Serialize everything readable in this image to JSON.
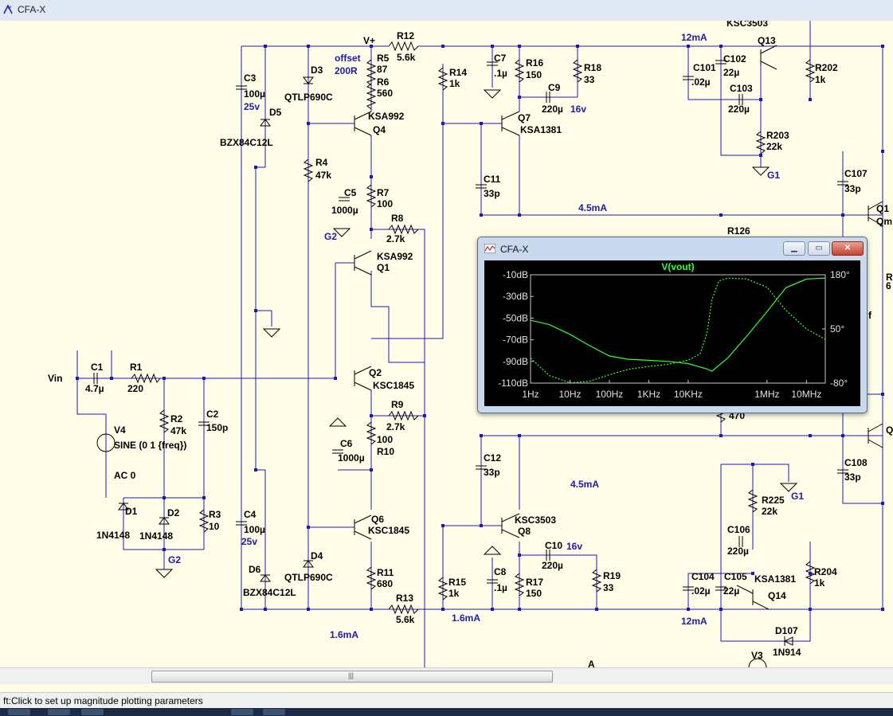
{
  "window": {
    "title": "CFA-X"
  },
  "status": {
    "text": "ft:Click to set up magnitude plotting parameters"
  },
  "schematic": {
    "labels": {
      "vplus": "V+",
      "r12": "R12",
      "r12v": "5.6k",
      "offset": "offset",
      "r200": "200R",
      "r5": "R5",
      "r5v": "87",
      "r6": "R6",
      "r6v": "560",
      "d3": "D3",
      "qtlp1": "QTLP690C",
      "c3": "C3",
      "c3v": "100µ",
      "c3volt": "25v",
      "d5": "D5",
      "bzx1": "BZX84C12L",
      "q4n": "KSA992",
      "q4": "Q4",
      "r4": "R4",
      "r4v": "47k",
      "c5": "C5",
      "c5v": "1000µ",
      "r7": "R7",
      "r7v": "100",
      "g2a": "G2",
      "r8": "R8",
      "r8v": "2.7k",
      "q1n": "KSA992",
      "q1": "Q1",
      "r14": "R14",
      "r14v": "1k",
      "c7": "C7",
      "c7v": ".1µ",
      "r16": "R16",
      "r16v": "150",
      "r18": "R18",
      "r18v": "33",
      "c9": "C9",
      "c9v": "220µ",
      "c9volt": "16v",
      "q7": "Q7",
      "q7n": "KSA1381",
      "c11": "C11",
      "c11v": "33p",
      "i45a": "4.5mA",
      "ksc3503a": "KSC3503",
      "i12a": "12mA",
      "q13": "Q13",
      "c101": "C101",
      "c101v": ".02µ",
      "c102": "C102",
      "c102v": "22µ",
      "c103": "C103",
      "c103v": "220µ",
      "r202": "R202",
      "r202v": "1k",
      "r203": "R203",
      "r203v": "22k",
      "g1a": "G1",
      "c107": "C107",
      "c107v": "33p",
      "q11": "Q1",
      "qm": "Qm",
      "r126": "R126",
      "vin": "Vin",
      "c1": "C1",
      "c1v": "4.7µ",
      "r1": "R1",
      "r1v": "220",
      "r2": "R2",
      "r2v": "47k",
      "c2": "C2",
      "c2v": "150p",
      "v4": "V4",
      "sine": "SINE (0 1 {freq})",
      "ac": "AC 0",
      "d1": "D1",
      "d1n": "1N4148",
      "d2": "D2",
      "d2n": "1N4148",
      "r3": "R3",
      "r3v": "10",
      "g2b": "G2",
      "q2": "Q2",
      "q2n": "KSC1845",
      "r9": "R9",
      "r9v": "2.7k",
      "r10v": "100",
      "r10": "R10",
      "c6": "C6",
      "c6v": "1000µ",
      "c4": "C4",
      "c4v": "100µ",
      "c4volt": "25v",
      "q6": "Q6",
      "q6n": "KSC1845",
      "d4": "D4",
      "qtlp2": "QTLP690C",
      "d6": "D6",
      "bzx2": "BZX84C12L",
      "r11": "R11",
      "r11v": "680",
      "r13": "R13",
      "r13v": "5.6k",
      "i16a": "1.6mA",
      "i16b": "1.6mA",
      "r15": "R15",
      "r15v": "1k",
      "c8": "C8",
      "c8v": ".1µ",
      "r17": "R17",
      "r17v": "150",
      "c10": "C10",
      "c10v": "220µ",
      "c10volt": "16v",
      "r19": "R19",
      "r19v": "33",
      "c12": "C12",
      "c12v": "33p",
      "i45b": "4.5mA",
      "ksc3503b": "KSC3503",
      "q8": "Q8",
      "r470": "470",
      "c106": "C106",
      "c106v": "220µ",
      "r225": "R225",
      "r225v": "22k",
      "g1b": "G1",
      "c104": "C104",
      "c104v": ".02µ",
      "c105": "C105",
      "c105v": "22µ",
      "ksa1381b": "KSA1381",
      "q14": "Q14",
      "r204": "R204",
      "r204v": "1k",
      "i12b": "12mA",
      "d107": "D107",
      "d107n": "1N914",
      "v3": "V3",
      "a": "A",
      "c108": "C108",
      "c108v": "33p",
      "q_r": "Q",
      "r_r": "R",
      "r6r": "6",
      "f": "f"
    }
  },
  "plot_window": {
    "title": "CFA-X",
    "trace_label": "V(vout)",
    "trace_color": "#33ff33",
    "buttons": {
      "minimize": "▁",
      "maximize": "▭",
      "close": "✕"
    }
  },
  "chart_data": {
    "type": "line",
    "title": "V(vout)",
    "x_scale": "log",
    "x_tick_labels": [
      "1Hz",
      "10Hz",
      "100Hz",
      "1KHz",
      "10KHz",
      "1MHz",
      "10MHz"
    ],
    "y_tick_labels_left": [
      "-10dB",
      "-30dB",
      "-50dB",
      "-70dB",
      "-90dB",
      "-110dB"
    ],
    "y_tick_labels_right": [
      "180°",
      "50°",
      "-80°"
    ],
    "ylim_left": [
      -110,
      -10
    ],
    "ylim_right": [
      -80,
      180
    ],
    "series": [
      {
        "style": "solid",
        "axis": "left",
        "x": [
          1,
          3,
          10,
          30,
          100,
          300,
          1000,
          3000,
          10000,
          30000,
          40000,
          100000,
          300000,
          1000000,
          3000000,
          10000000,
          30000000
        ],
        "values": [
          -52,
          -56,
          -65,
          -75,
          -85,
          -88,
          -89,
          -90,
          -92,
          -97,
          -99,
          -87,
          -67,
          -44,
          -22,
          -14,
          -13
        ]
      },
      {
        "style": "dashed",
        "axis": "right",
        "x": [
          1,
          3,
          10,
          30,
          100,
          300,
          1000,
          3000,
          10000,
          20000,
          30000,
          40000,
          60000,
          100000,
          300000,
          1000000,
          3000000,
          10000000,
          30000000
        ],
        "values": [
          -20,
          -62,
          -79,
          -76,
          -60,
          -47,
          -40,
          -35,
          -25,
          -10,
          40,
          120,
          165,
          172,
          170,
          150,
          95,
          50,
          25
        ]
      }
    ]
  }
}
